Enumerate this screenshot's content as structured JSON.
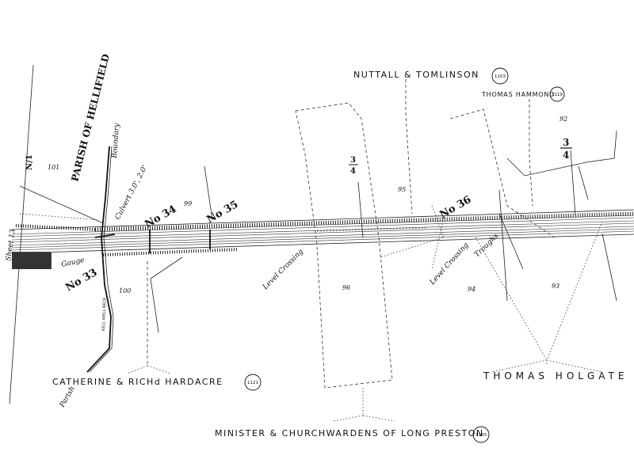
{
  "map": {
    "parish": "PARISH OF HELLIFIELD",
    "sheet": "Sheet 13",
    "north_fraction": "N/1",
    "boundary": "Boundary",
    "culvert": "Culvert 3.0', 2.0'",
    "parish_bottom": "Parish",
    "well_text": "KELL WELL BECK",
    "small_label_left": "Gauge",
    "level_crossing_1": "Level Crossing",
    "level_crossing_2": "Level Crossing",
    "troughs": "Troughs",
    "bridges": [
      {
        "label": "No 33"
      },
      {
        "label": "No 34"
      },
      {
        "label": "No 35"
      },
      {
        "label": "No 36"
      }
    ],
    "fractions": [
      {
        "num": "3",
        "den": "4"
      },
      {
        "num": "3",
        "den": "4"
      }
    ],
    "plots": [
      "101",
      "99",
      "100",
      "95",
      "96",
      "94",
      "93",
      "92"
    ],
    "owners": [
      {
        "name": "NUTTALL & TOMLINSON",
        "ref": "1103"
      },
      {
        "name": "THOMAS HAMMOND",
        "ref": "1119"
      },
      {
        "name": "CATHERINE & RICHd HARDACRE",
        "ref": "1121"
      },
      {
        "name": "THOMAS HOLGATE",
        "ref": ""
      },
      {
        "name": "MINISTER & CHURCHWARDENS OF LONG PRESTON",
        "ref": "1143"
      }
    ],
    "colors": {
      "ink": "#111111",
      "paper": "#ffffff"
    }
  }
}
